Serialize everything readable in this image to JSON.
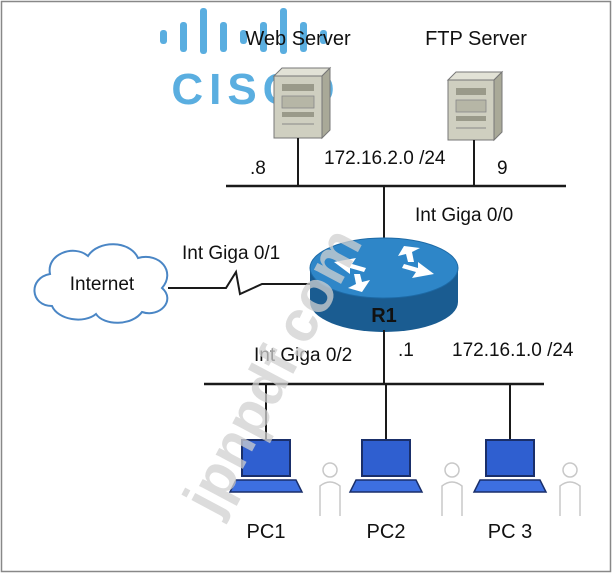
{
  "logo": {
    "text": "CISCO",
    "color": "#5aaee0"
  },
  "watermark": {
    "text": "jpnpdf.com",
    "color": "#d6d6d6"
  },
  "servers": [
    {
      "id": "web",
      "label": "Web Server",
      "host": ".8"
    },
    {
      "id": "ftp",
      "label": "FTP Server",
      "host": "9"
    }
  ],
  "subnets": {
    "server": "172.16.2.0 /24",
    "lan": "172.16.1.0 /24"
  },
  "router": {
    "name": "R1",
    "lan_host": ".1",
    "color_top": "#2e86c8",
    "color_side": "#1a5c91"
  },
  "interfaces": {
    "giga00": "Int Giga 0/0",
    "giga01": "Int Giga 0/1",
    "giga02": "Int Giga 0/2"
  },
  "internet": {
    "label": "Internet"
  },
  "pcs": [
    {
      "id": "pc1",
      "label": "PC1"
    },
    {
      "id": "pc2",
      "label": "PC2"
    },
    {
      "id": "pc3",
      "label": "PC 3"
    }
  ],
  "colors": {
    "line": "#1a1a1a",
    "laptop_screen": "#2f5fd0",
    "server_body": "#cfcfc0",
    "cloud_stroke": "#4a86c5",
    "border": "#888888"
  }
}
